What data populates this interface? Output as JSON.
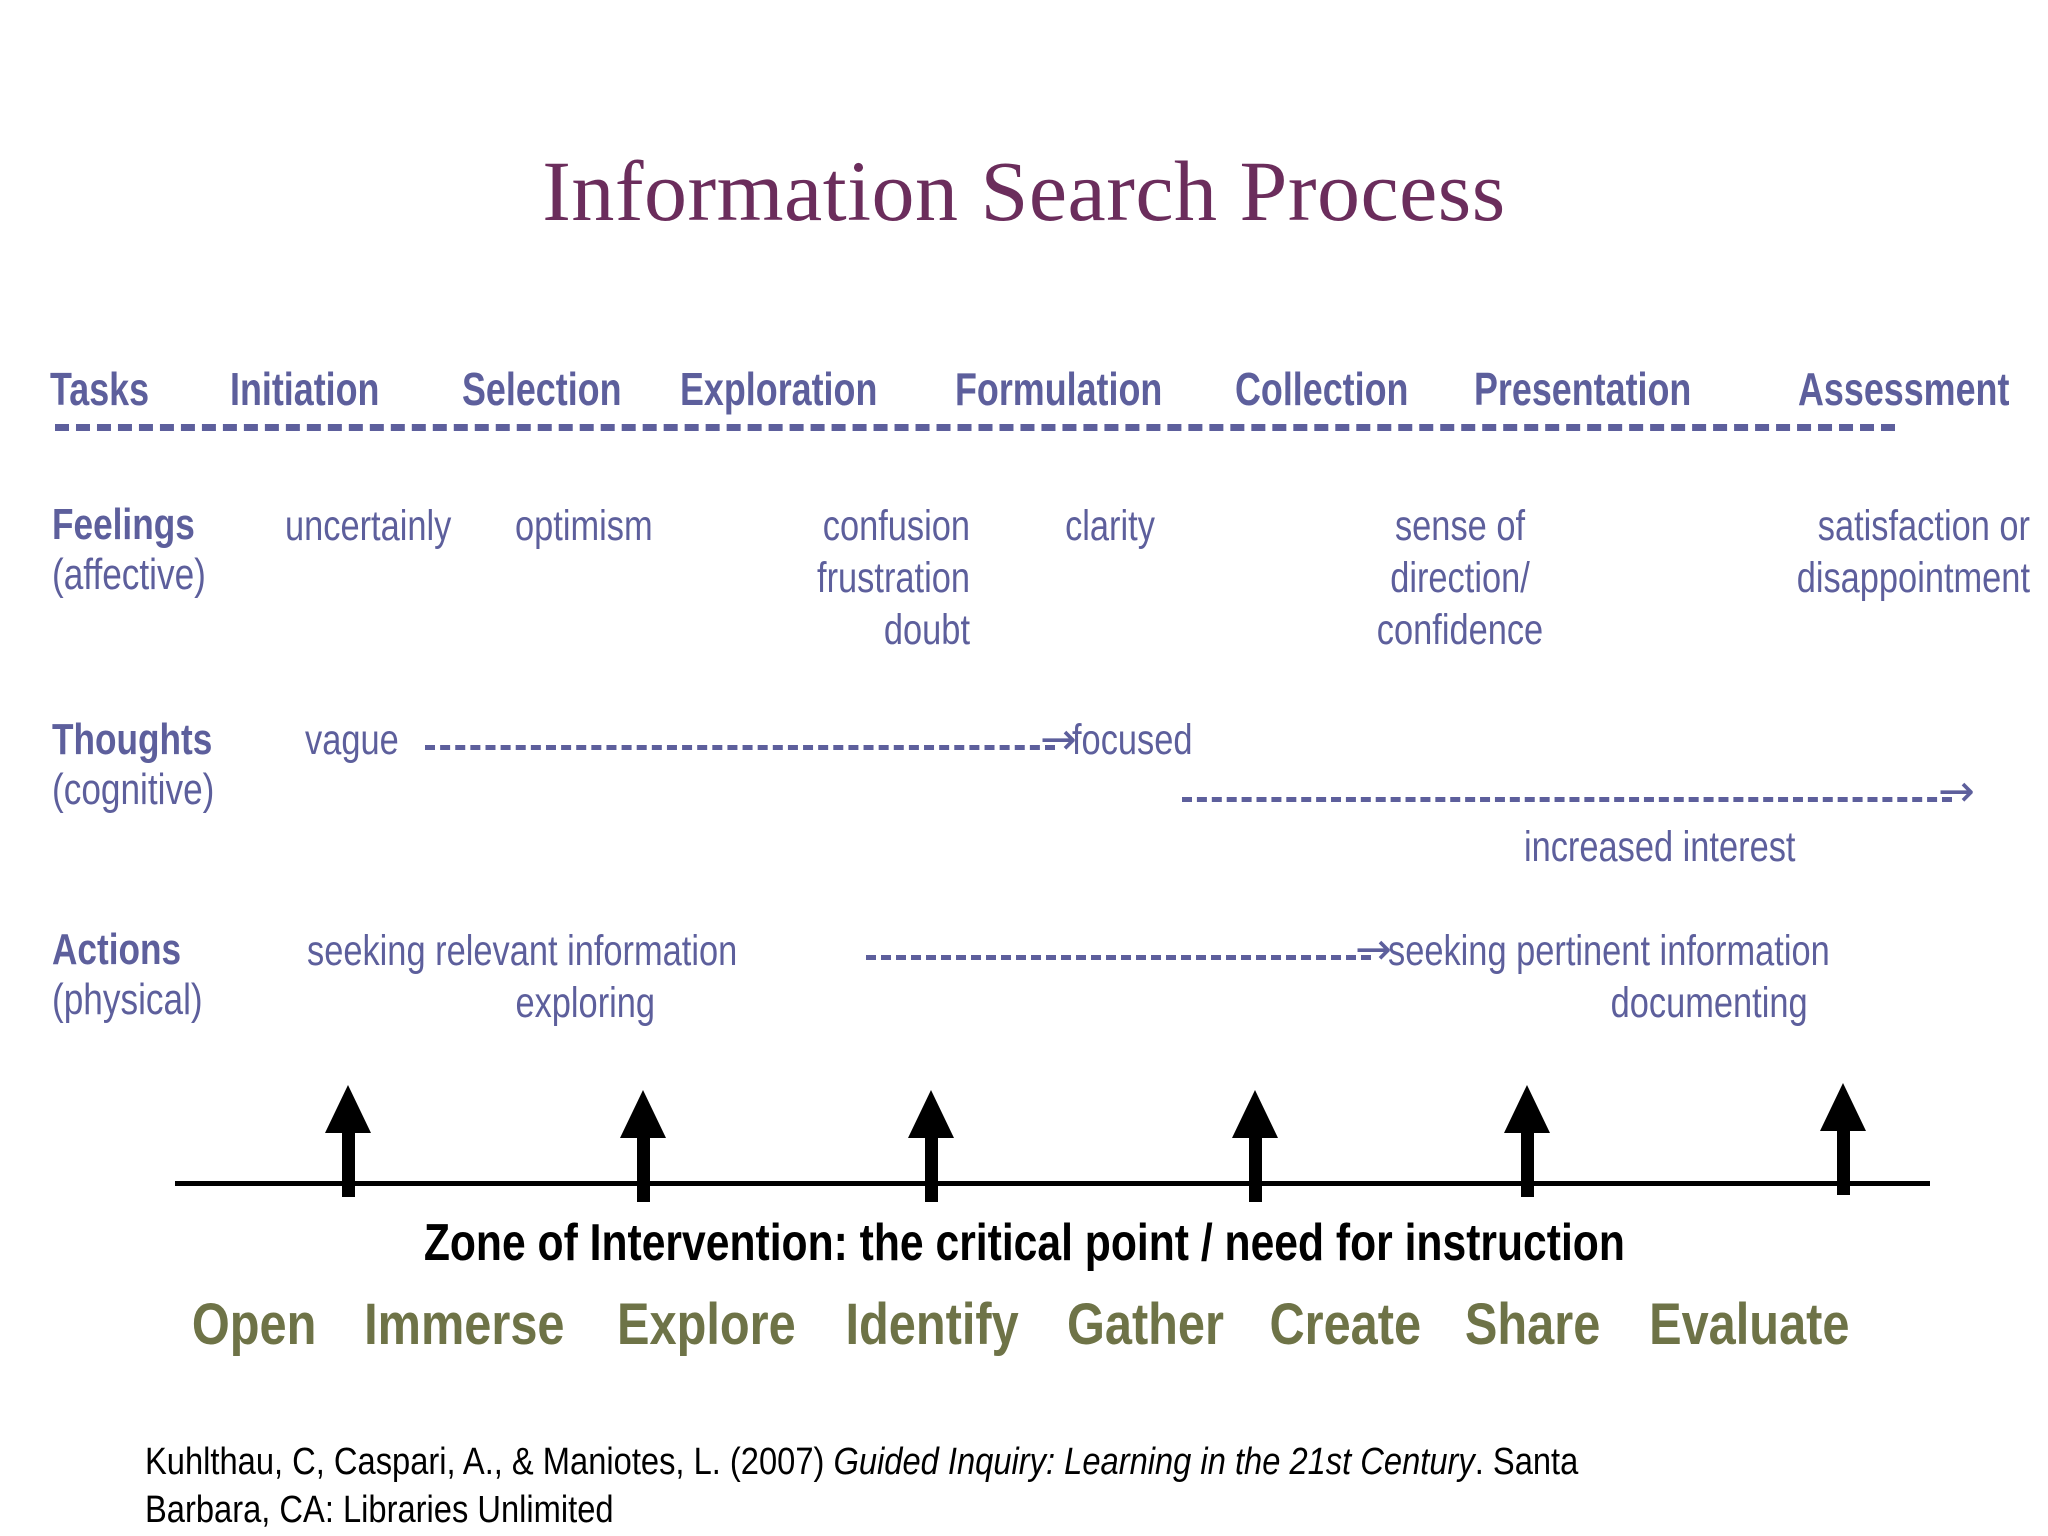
{
  "slide": {
    "title": "Information Search Process",
    "colors": {
      "title_purple": "#6b2d5c",
      "body_purple": "#5d5f9c",
      "phase_olive": "#6e7347",
      "axis_black": "#000000",
      "background": "#ffffff"
    }
  },
  "tasks_row": {
    "label": "Tasks",
    "stages": [
      "Initiation",
      "Selection",
      "Exploration",
      "Formulation",
      "Collection",
      "Presentation",
      "Assessment"
    ]
  },
  "feelings_row": {
    "label_bold": "Feelings",
    "label_sub": "(affective)",
    "entries": [
      {
        "lines": [
          "uncertainly"
        ]
      },
      {
        "lines": [
          "optimism"
        ]
      },
      {
        "lines": [
          "confusion",
          "frustration",
          "doubt"
        ]
      },
      {
        "lines": [
          "clarity"
        ]
      },
      {
        "lines": [
          "sense of",
          "direction/",
          "confidence"
        ]
      },
      {
        "lines": [
          "satisfaction or",
          "disappointment"
        ]
      }
    ]
  },
  "thoughts_row": {
    "label_bold": "Thoughts",
    "label_sub": "(cognitive)",
    "start_text": "vague",
    "end_text": "focused",
    "arrow_glyph": "→",
    "second_line_caption": "increased interest"
  },
  "actions_row": {
    "label_bold": "Actions",
    "label_sub": "(physical)",
    "left_primary": "seeking relevant information",
    "left_secondary": "exploring",
    "arrow_glyph": "→",
    "right_primary": "seeking pertinent information",
    "right_secondary": "documenting"
  },
  "zone": {
    "caption": "Zone of Intervention: the critical point / need for instruction",
    "arrow_count": 6
  },
  "phases": [
    "Open",
    "Immerse",
    "Explore",
    "Identify",
    "Gather",
    "Create",
    "Share",
    "Evaluate"
  ],
  "citation": {
    "line1_pre": "Kuhlthau, C, Caspari, A., & Maniotes, L.  (2007)  ",
    "line1_italic": "Guided Inquiry:  Learning in the 21st Century",
    "line1_post": ". Santa",
    "line2": "Barbara, CA: Libraries Unlimited"
  }
}
